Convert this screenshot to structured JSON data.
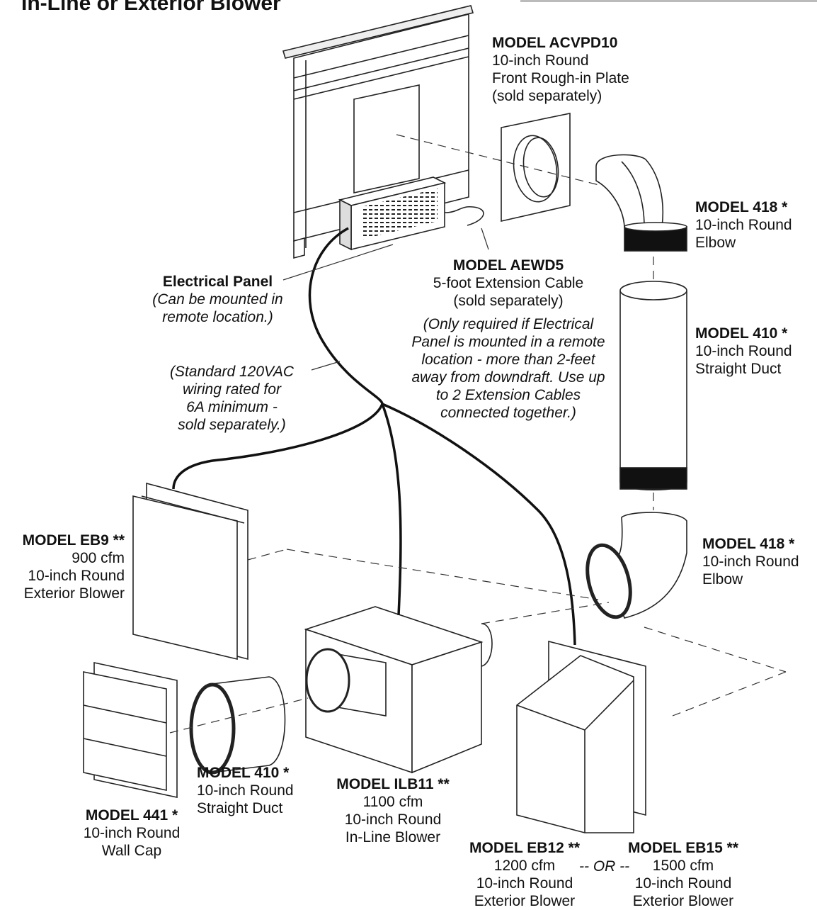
{
  "heading": "In-Line or Exterior Blower",
  "labels": {
    "acvpd10": {
      "title": "MODEL ACVPD10",
      "lines": [
        "10-inch Round",
        "Front Rough-in Plate",
        "(sold separately)"
      ]
    },
    "elbow_top": {
      "title": "MODEL 418 *",
      "lines": [
        "10-inch Round",
        "Elbow"
      ]
    },
    "duct_vert": {
      "title": "MODEL 410 *",
      "lines": [
        "10-inch Round",
        "Straight Duct"
      ]
    },
    "elbow_bottom": {
      "title": "MODEL 418 *",
      "lines": [
        "10-inch Round",
        "Elbow"
      ]
    },
    "aewd5": {
      "title": "MODEL AEWD5",
      "lines": [
        "5-foot Extension Cable",
        "(sold separately)"
      ],
      "note": [
        "(Only required if Electrical",
        "Panel is mounted in a remote",
        "location - more than 2-feet",
        "away from downdraft. Use up",
        "to 2 Extension Cables",
        "connected together.)"
      ]
    },
    "panel": {
      "title": "Electrical Panel",
      "note": [
        "(Can be mounted in",
        "remote location.)"
      ]
    },
    "wiring": {
      "note": [
        "(Standard 120VAC",
        "wiring rated for",
        "6A minimum -",
        "sold separately.)"
      ]
    },
    "eb9": {
      "title": "MODEL EB9 **",
      "lines": [
        "900 cfm",
        "10-inch Round",
        "Exterior Blower"
      ]
    },
    "duct_horiz": {
      "title": "MODEL 410 *",
      "lines": [
        "10-inch Round",
        "Straight Duct"
      ]
    },
    "wallcap": {
      "title": "MODEL 441 *",
      "lines": [
        "10-inch Round",
        "Wall Cap"
      ]
    },
    "ilb11": {
      "title": "MODEL ILB11 **",
      "lines": [
        "1100 cfm",
        "10-inch Round",
        "In-Line Blower"
      ]
    },
    "eb12": {
      "title": "MODEL EB12 **",
      "lines": [
        "1200 cfm",
        "10-inch Round",
        "Exterior Blower"
      ]
    },
    "eb15": {
      "title": "MODEL EB15 **",
      "lines": [
        "1500 cfm",
        "10-inch Round",
        "Exterior Blower"
      ]
    },
    "or_word": "-- OR --"
  }
}
